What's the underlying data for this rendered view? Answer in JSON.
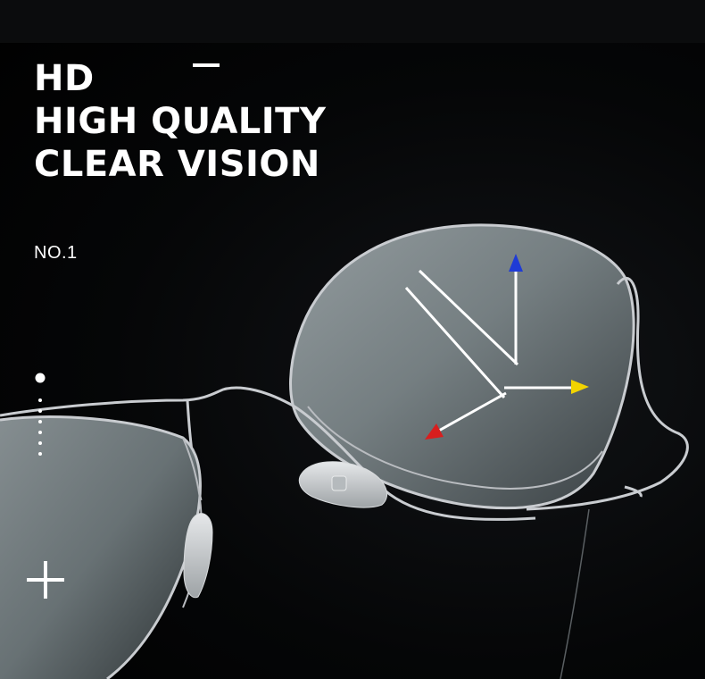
{
  "headline": {
    "line1": "HD",
    "line2": "HIGH QUALITY",
    "line3": "CLEAR VISION"
  },
  "rank": "NO.1",
  "icons": {
    "dash": "dash-icon",
    "dots": "vertical-dots-icon",
    "plus": "plus-icon",
    "arrows": "light-direction-arrows-icon"
  },
  "colors": {
    "background": "#000000",
    "text": "#ffffff",
    "arrow_blue": "#1f3bd6",
    "arrow_yellow": "#f2d400",
    "arrow_red": "#d81e1e",
    "frame": "#c9ccd0"
  }
}
